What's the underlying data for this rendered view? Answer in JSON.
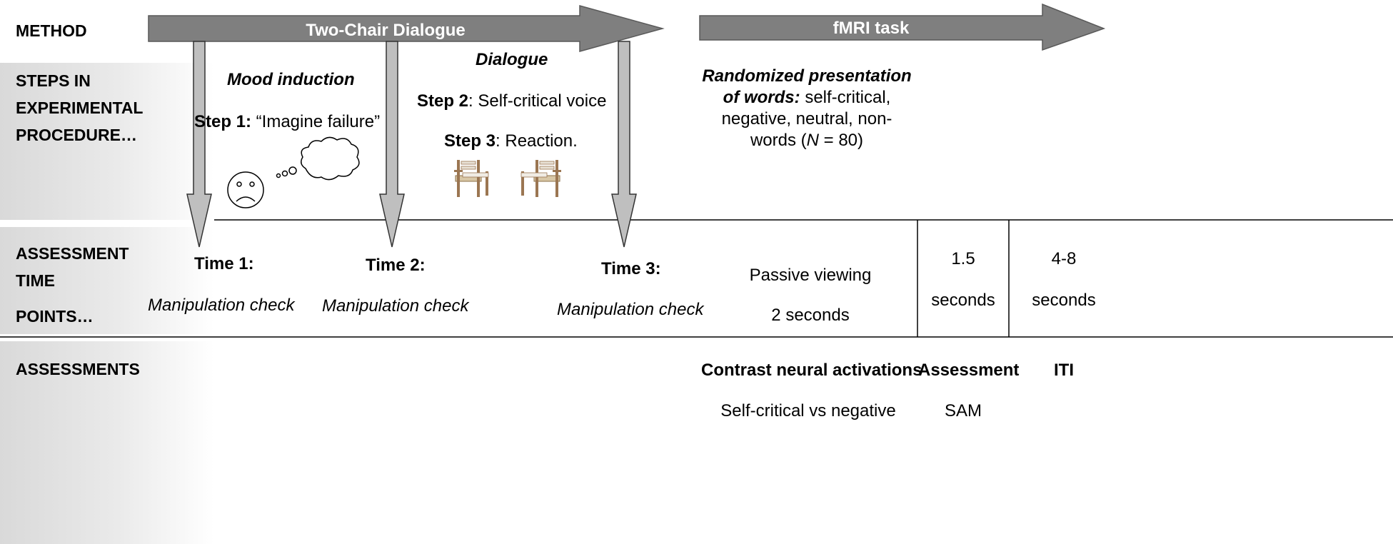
{
  "rows": {
    "method": "METHOD",
    "steps": [
      "STEPS IN",
      "EXPERIMENTAL",
      "PROCEDURE…"
    ],
    "assessment_time": [
      "ASSESSMENT",
      "TIME",
      "POINTS…"
    ],
    "assessments": "ASSESSMENTS"
  },
  "banners": {
    "two_chair": "Two-Chair Dialogue",
    "fmri": "fMRI task"
  },
  "steps": {
    "mood_title": "Mood induction",
    "step1_label": "Step 1:",
    "step1_text": " “Imagine failure”",
    "dialogue_title": "Dialogue",
    "step2_label": "Step 2",
    "step2_text": ": Self-critical voice",
    "step3_label": "Step 3",
    "step3_text": ": Reaction.",
    "randomized_title": "Randomized presentation",
    "randomized_title2": "of words:",
    "randomized_line1": " self-critical,",
    "randomized_line2": "negative, neutral, non-",
    "randomized_line3_a": "words (",
    "randomized_line3_n": "N",
    "randomized_line3_b": " = 80)"
  },
  "timepoints": [
    {
      "label": "Time 1:",
      "check": "Manipulation check"
    },
    {
      "label": "Time 2:",
      "check": "Manipulation check"
    },
    {
      "label": "Time 3:",
      "check": "Manipulation check"
    }
  ],
  "fmri_timing": {
    "passive": "Passive viewing",
    "passive_duration": "2 seconds",
    "assessment_value": "1.5",
    "assessment_unit": "seconds",
    "iti_value": "4-8",
    "iti_unit": "seconds"
  },
  "assessments": {
    "contrast_title": "Contrast neural activations",
    "contrast_text": "Self-critical vs negative",
    "assessment_title": "Assessment",
    "assessment_text": "SAM",
    "iti_title": "ITI"
  },
  "colors": {
    "banner": "#7f7f7f",
    "down_arrow": "#bfbfbf",
    "panel": "#d9d9d9"
  },
  "icons": [
    "sad-face-icon",
    "thought-cloud-icon",
    "chair-icon"
  ]
}
